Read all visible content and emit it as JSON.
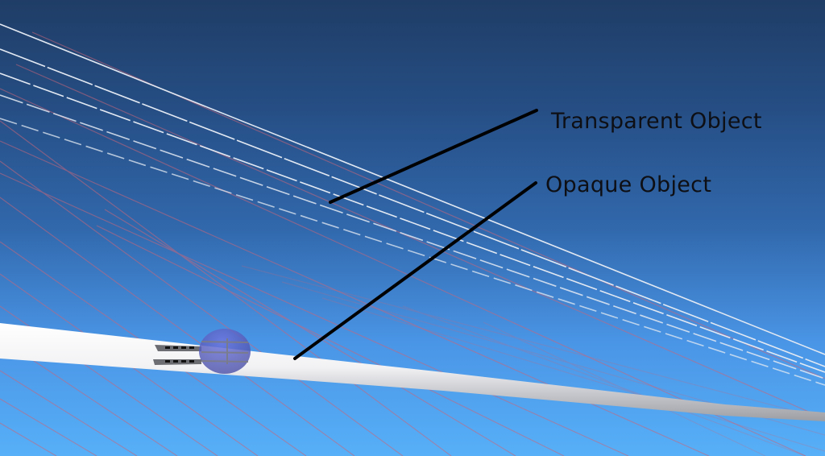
{
  "scene": {
    "description": "3D rendered scene: sky gradient with white transparent-object cables, red cables, a white opaque beam, and a translucent blue sphere enclosing a grey structure",
    "colors": {
      "sky_top": "#1f3d66",
      "sky_bottom": "#57b0f8",
      "beam": "#f4f4f6",
      "beam_shadow": "#9a9ca3",
      "white_cables": "#dfe6f0",
      "red_cables": "#c9667a",
      "sphere": "#5f63c8",
      "pointer_lines": "#000000"
    }
  },
  "annotations": [
    {
      "id": "transparent",
      "label": "Transparent Object"
    },
    {
      "id": "opaque",
      "label": "Opaque Object"
    }
  ]
}
